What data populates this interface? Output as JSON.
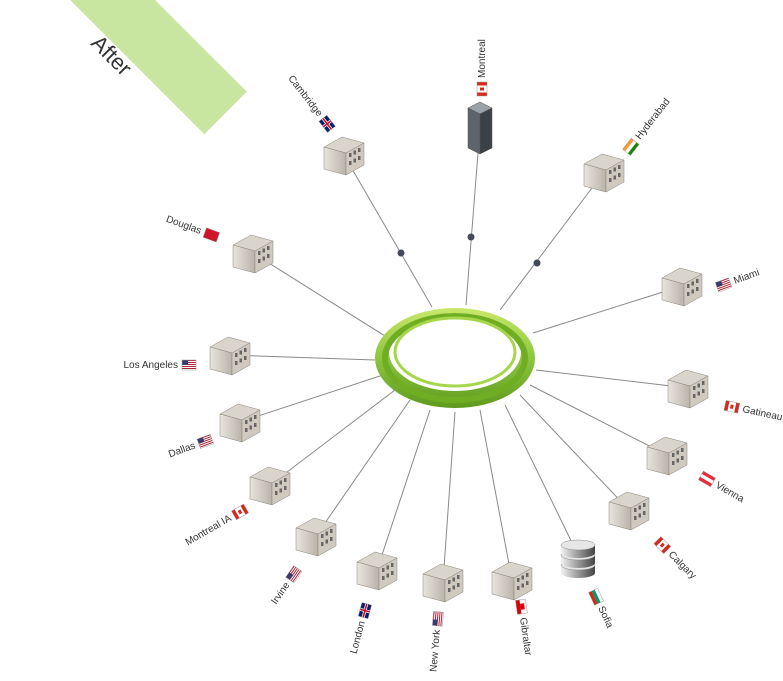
{
  "banner": {
    "label": "After"
  },
  "hub": {
    "color": "#8cc63f"
  },
  "sites": [
    {
      "name": "Montreal",
      "flag": "CA",
      "icon": "server-rack-icon",
      "connector": true
    },
    {
      "name": "Hyderabad",
      "flag": "IN",
      "icon": "building-icon",
      "connector": true
    },
    {
      "name": "Miami",
      "flag": "US",
      "icon": "building-icon",
      "connector": false
    },
    {
      "name": "Gatineau",
      "flag": "CA",
      "icon": "building-icon",
      "connector": false
    },
    {
      "name": "Vienna",
      "flag": "AT",
      "icon": "building-icon",
      "connector": false
    },
    {
      "name": "Calgary",
      "flag": "CA",
      "icon": "building-icon",
      "connector": false
    },
    {
      "name": "Sofia",
      "flag": "BG",
      "icon": "database-icon",
      "connector": false
    },
    {
      "name": "Gibraltar",
      "flag": "GI",
      "icon": "building-icon",
      "connector": false
    },
    {
      "name": "New York",
      "flag": "US",
      "icon": "building-icon",
      "connector": false
    },
    {
      "name": "London",
      "flag": "UK",
      "icon": "building-icon",
      "connector": false
    },
    {
      "name": "Irvine",
      "flag": "US",
      "icon": "building-icon",
      "connector": false
    },
    {
      "name": "Montreal IA",
      "flag": "CA",
      "icon": "building-icon",
      "connector": false
    },
    {
      "name": "Dallas",
      "flag": "US",
      "icon": "building-icon",
      "connector": false
    },
    {
      "name": "Los Angeles",
      "flag": "US",
      "icon": "building-icon",
      "connector": false
    },
    {
      "name": "Douglas",
      "flag": "IM",
      "icon": "building-icon",
      "connector": false
    },
    {
      "name": "Cambridge",
      "flag": "UK",
      "icon": "building-icon",
      "connector": true
    }
  ]
}
